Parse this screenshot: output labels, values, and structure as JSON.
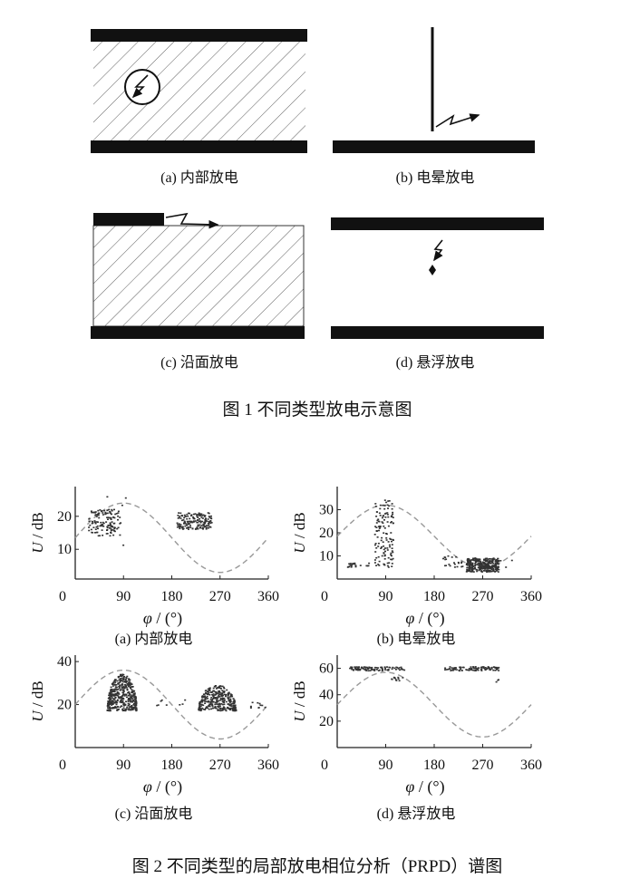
{
  "figure1": {
    "title": "图 1    不同类型放电示意图",
    "panels": [
      {
        "caption": "(a) 内部放电"
      },
      {
        "caption": "(b) 电晕放电"
      },
      {
        "caption": "(c) 沿面放电"
      },
      {
        "caption": "(d) 悬浮放电"
      }
    ]
  },
  "figure2": {
    "title": "图 2    不同类型的局部放电相位分析（PRPD）谱图"
  },
  "chart_data": [
    {
      "type": "scatter",
      "title": "(a) 内部放电",
      "xlabel": "φ / (°)",
      "ylabel": "U / dB",
      "xlim": [
        0,
        360
      ],
      "ylim": [
        1,
        29
      ],
      "xticks": [
        "0",
        "90",
        "180",
        "270",
        "360"
      ],
      "yticks": [
        10,
        20
      ],
      "reference_sine": {
        "center": 13.5,
        "amplitude": 10.5
      },
      "clusters": [
        {
          "phase": [
            25,
            85
          ],
          "amp": [
            14,
            22
          ],
          "count": 130
        },
        {
          "phase": [
            190,
            255
          ],
          "amp": [
            16,
            21
          ],
          "count": 160
        },
        {
          "phase": [
            25,
            95
          ],
          "amp": [
            11,
            26
          ],
          "count": 8
        }
      ]
    },
    {
      "type": "scatter",
      "title": "(b) 电晕放电",
      "xlabel": "φ / (°)",
      "ylabel": "U / dB",
      "xlim": [
        0,
        360
      ],
      "ylim": [
        0,
        40
      ],
      "xticks": [
        "0",
        "90",
        "180",
        "270",
        "360"
      ],
      "yticks": [
        10,
        20,
        30
      ],
      "reference_sine": {
        "center": 18.5,
        "amplitude": 13.5
      },
      "clusters": [
        {
          "phase": [
            70,
            105
          ],
          "amp": [
            5,
            35
          ],
          "count": 130
        },
        {
          "phase": [
            240,
            300
          ],
          "amp": [
            3,
            9
          ],
          "count": 320
        },
        {
          "phase": [
            15,
            60
          ],
          "amp": [
            5,
            7
          ],
          "count": 22
        },
        {
          "phase": [
            195,
            235
          ],
          "amp": [
            5,
            10
          ],
          "count": 22
        },
        {
          "phase": [
            160,
            360
          ],
          "amp": [
            5,
            8
          ],
          "count": 5
        }
      ]
    },
    {
      "type": "scatter",
      "title": "(c) 沿面放电",
      "xlabel": "φ / (°)",
      "ylabel": "U / dB",
      "xlim": [
        0,
        360
      ],
      "ylim": [
        0,
        43
      ],
      "xticks": [
        "0",
        "90",
        "180",
        "270",
        "360"
      ],
      "yticks": [
        20,
        40
      ],
      "reference_sine": {
        "center": 20,
        "amplitude": 16
      },
      "clusters": [
        {
          "phase": [
            60,
            115
          ],
          "amp": [
            17,
            34
          ],
          "count": 420,
          "shape": "dome"
        },
        {
          "phase": [
            230,
            300
          ],
          "amp": [
            17,
            29
          ],
          "count": 320,
          "shape": "dome"
        },
        {
          "phase": [
            140,
            215
          ],
          "amp": [
            19,
            22
          ],
          "count": 8
        },
        {
          "phase": [
            325,
            355
          ],
          "amp": [
            18,
            21
          ],
          "count": 10
        }
      ]
    },
    {
      "type": "scatter",
      "title": "(d) 悬浮放电",
      "xlabel": "φ / (°)",
      "ylabel": "U / dB",
      "xlim": [
        0,
        360
      ],
      "ylim": [
        0,
        70
      ],
      "xticks": [
        "0",
        "90",
        "180",
        "270",
        "360"
      ],
      "yticks": [
        20,
        40,
        60
      ],
      "reference_sine": {
        "center": 32.5,
        "amplitude": 24.5
      },
      "clusters": [
        {
          "phase": [
            20,
            125
          ],
          "amp": [
            58,
            61
          ],
          "count": 90
        },
        {
          "phase": [
            200,
            300
          ],
          "amp": [
            58,
            61
          ],
          "count": 90
        },
        {
          "phase": [
            100,
            125
          ],
          "amp": [
            50,
            53
          ],
          "count": 12
        },
        {
          "phase": [
            295,
            300
          ],
          "amp": [
            49,
            52
          ],
          "count": 3
        }
      ]
    }
  ]
}
